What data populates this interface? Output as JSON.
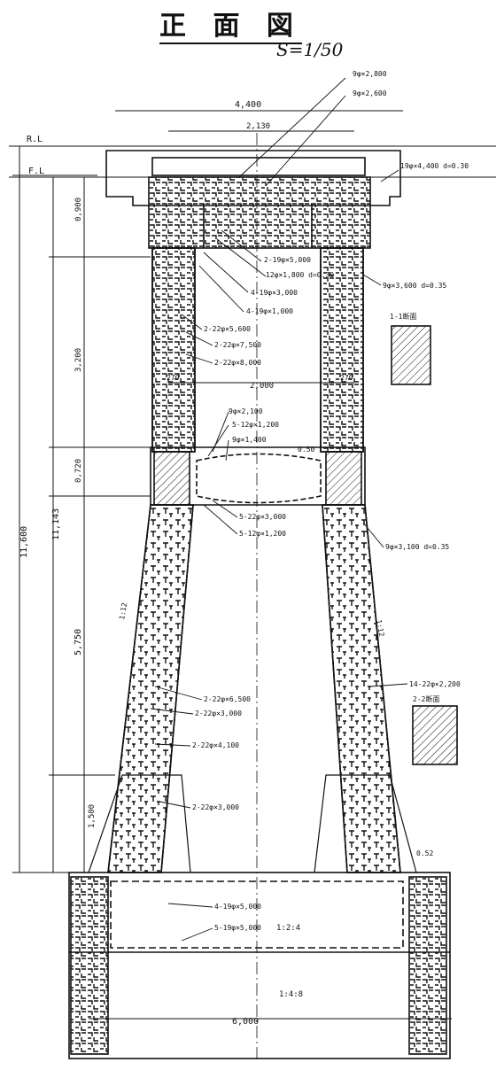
{
  "title": "正 面 図",
  "scale": "S=1/50",
  "levels": {
    "rl": "R.L",
    "fl": "F.L"
  },
  "dims": {
    "top_width": "4,400",
    "deck_width": "2,130",
    "inner_width": "2,000",
    "side_270_left": "270",
    "side_270_right": "270",
    "base_width": "6,000",
    "v_0900": "0,900",
    "v_3200": "3,200",
    "v_0720": "0,720",
    "v_11600": "11,600",
    "v_11143": "11,143",
    "v_5750": "5,750",
    "v_1500": "1,500",
    "v_052": "0.52",
    "slope_left": "1:12",
    "slope_right": "1:12",
    "mix_upper": "1:2:4",
    "mix_lower": "1:4:8"
  },
  "sections": {
    "section_1": "1-1断面",
    "section_2": "2-2断面"
  },
  "rebar": {
    "r1": "9φ×2,800",
    "r2": "9φ×2,600",
    "r3": "19φ×4,400 d=0.30",
    "r4": "2-19φ×5,000",
    "r5": "12φ×1,800 d=0.30",
    "r6": "4-19φ×3,000",
    "r7": "4-19φ×1,000",
    "r8": "9φ×3,600 d=0.35",
    "r9": "2-22φ×5,600",
    "r10": "2-22φ×7,500",
    "r11": "2-22φ×8,000",
    "r12": "9φ×2,100",
    "r13": "5-12φ×1,200",
    "r14": "9φ×1,400",
    "r15": "0.50",
    "r16": "5-22φ×3,000",
    "r17": "5-12φ×1,200",
    "r18": "9φ×3,100 d=0.35",
    "r19": "14-22φ×2,200",
    "r20": "2-22φ×6,500",
    "r21": "2-22φ×3,000",
    "r22": "2-22φ×4,100",
    "r23": "2-22φ×3,000",
    "r24": "4-19φ×5,000",
    "r25": "5-19φ×5,000"
  }
}
